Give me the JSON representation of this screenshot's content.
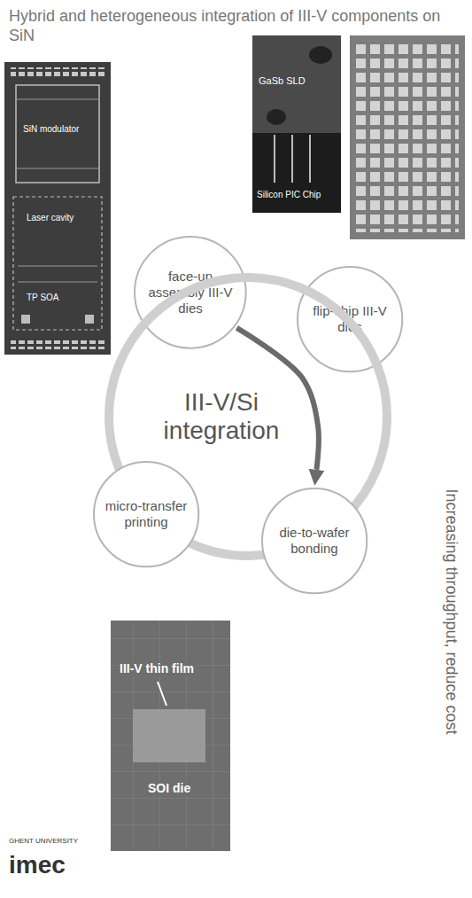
{
  "diagram": {
    "title": "Hybrid and heterogeneous integration of III-V components on SiN",
    "nodes": [
      {
        "text": [
          "face-up assembly III-V dies"
        ]
      },
      {
        "text": [
          "flip-chip III-V dies"
        ]
      },
      {
        "text": [
          "III-V/Si integration"
        ]
      },
      {
        "text": [
          "micro-transfer printing"
        ]
      },
      {
        "text": [
          "die-to-wafer bonding"
        ]
      }
    ],
    "edges": [
      {
        "from": 0,
        "to": 4,
        "arrow": "to"
      }
    ],
    "labels": [
      "SiN modulator",
      "Laser cavity",
      "TP SOA",
      "GaSb SLD",
      "Silicon PIC Chip",
      "III-V thin film",
      "SOI die",
      "Increasing throughput, reduce cost",
      "GHENT UNIVERSITY",
      "imec"
    ]
  }
}
